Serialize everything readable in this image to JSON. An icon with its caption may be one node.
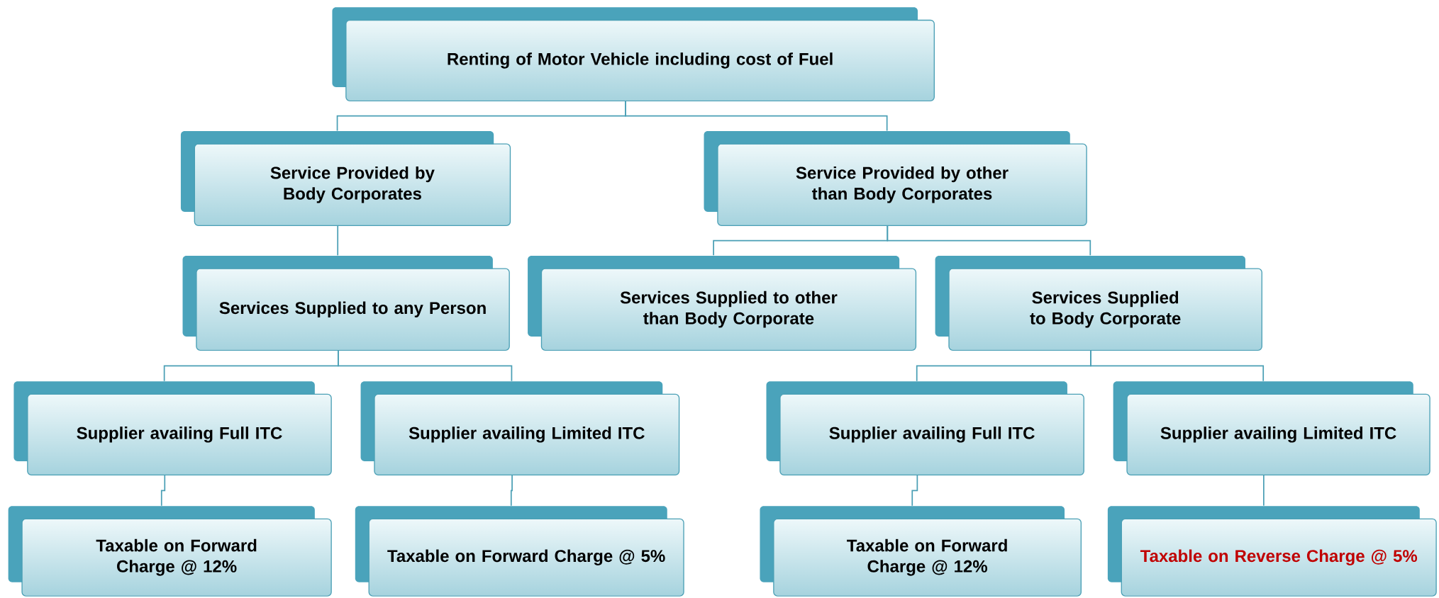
{
  "diagram": {
    "nodes": [
      {
        "text": [
          "Renting of Motor Vehicle including cost of Fuel"
        ]
      },
      {
        "text": [
          "Service Provided by Body Corporates"
        ]
      },
      {
        "text": [
          "Service Provided by other than Body Corporates"
        ]
      },
      {
        "text": [
          "Services Supplied to any Person"
        ]
      },
      {
        "text": [
          "Services Supplied to other than Body Corporate"
        ]
      },
      {
        "text": [
          "Services Supplied to Body Corporate"
        ]
      },
      {
        "text": [
          "Supplier availing Full ITC"
        ]
      },
      {
        "text": [
          "Supplier availing Limited ITC"
        ]
      },
      {
        "text": [
          "Supplier availing Full ITC"
        ]
      },
      {
        "text": [
          "Supplier availing Limited ITC"
        ]
      },
      {
        "text": [
          "Taxable on Forward Charge @ 12%"
        ]
      },
      {
        "text": [
          "Taxable on Forward Charge @ 5%"
        ]
      },
      {
        "text": [
          "Taxable on Forward Charge @ 12%"
        ]
      },
      {
        "text": [
          "Taxable on Reverse Charge @ 5%"
        ]
      }
    ],
    "edges": [
      {
        "from": 0,
        "to": 1,
        "arrow": "none"
      },
      {
        "from": 0,
        "to": 2,
        "arrow": "none"
      },
      {
        "from": 1,
        "to": 3,
        "arrow": "none"
      },
      {
        "from": 2,
        "to": 4,
        "arrow": "none"
      },
      {
        "from": 2,
        "to": 5,
        "arrow": "none"
      },
      {
        "from": 3,
        "to": 6,
        "arrow": "none"
      },
      {
        "from": 3,
        "to": 7,
        "arrow": "none"
      },
      {
        "from": 5,
        "to": 8,
        "arrow": "none"
      },
      {
        "from": 5,
        "to": 9,
        "arrow": "none"
      },
      {
        "from": 6,
        "to": 10,
        "arrow": "none"
      },
      {
        "from": 7,
        "to": 11,
        "arrow": "none"
      },
      {
        "from": 8,
        "to": 12,
        "arrow": "none"
      },
      {
        "from": 9,
        "to": 13,
        "arrow": "none"
      }
    ]
  }
}
